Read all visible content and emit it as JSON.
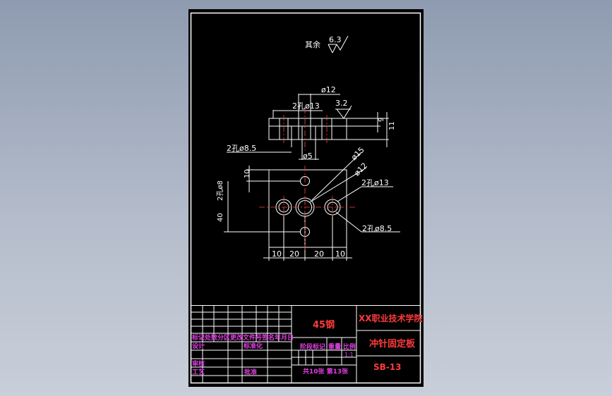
{
  "drawing": {
    "roughness_note": {
      "label": "其余",
      "value": "6.3"
    },
    "top_view": {
      "dim_phi12": "ø12",
      "dim_holes13": "2孔ø13",
      "roughness": "3.2",
      "dim_9": "9",
      "dim_11": "11",
      "dim_holes85": "2孔ø8.5",
      "dim_phi5": "ø5"
    },
    "front_view": {
      "dim_phi15": "ø15",
      "dim_phi12": "ø12",
      "dim_holes13": "2孔ø13",
      "dim_holes85": "2孔ø8.5",
      "dim_10_left": "10",
      "dim_holes8": "2孔ø8",
      "dim_40": "40",
      "bottom_dims": [
        "10",
        "20",
        "20",
        "10"
      ]
    }
  },
  "title_block": {
    "material": "45钢",
    "school": "XX职业技术学院",
    "part_name": "冲针固定板",
    "drawing_no": "SB-13",
    "revision_header": "标记处数分区更改文件号签名年月日",
    "designer": "设计",
    "standardize": "标准化",
    "review": "审核",
    "process": "工艺",
    "approve": "批准",
    "stage_mark": "阶段标记",
    "weight": "重量",
    "scale": "比例",
    "scale_value": "1:1",
    "sheets": "共10张 第13张"
  },
  "colors": {
    "line": "#ffffff",
    "center": "#ff4040",
    "dimension": "#e0e0e0",
    "title_text": "#ff3b3b",
    "magenta": "#e040e0",
    "hatch_frame": "#ffffff"
  }
}
